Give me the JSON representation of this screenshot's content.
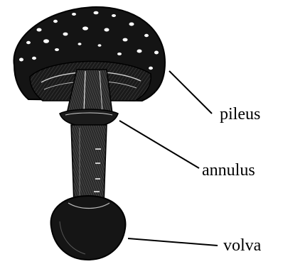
{
  "diagram": {
    "labels": {
      "pileus": "pileus",
      "annulus": "annulus",
      "volva": "volva"
    }
  }
}
